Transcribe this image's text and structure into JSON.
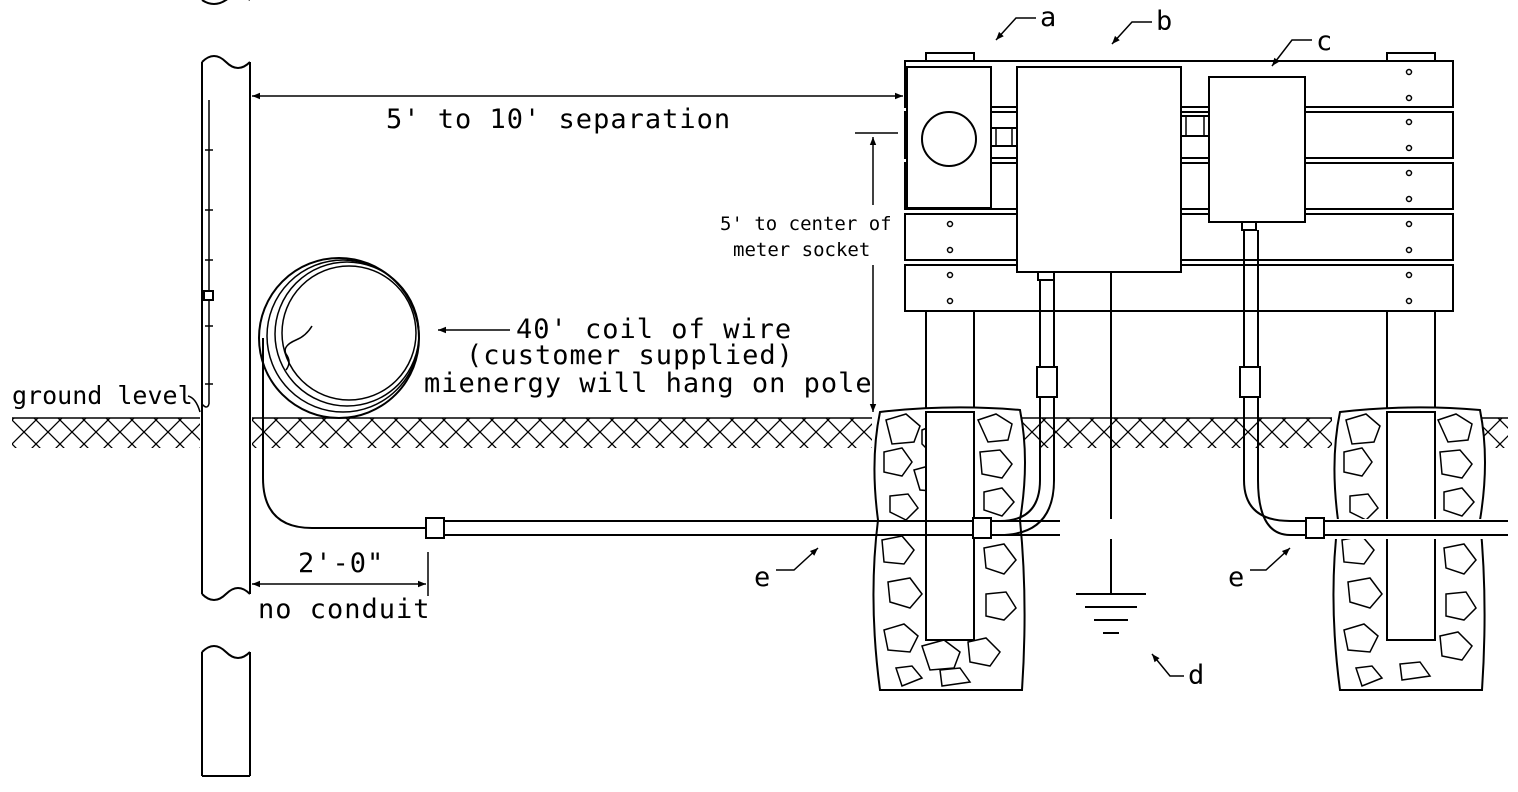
{
  "callouts": {
    "a": "a",
    "b": "b",
    "c": "c",
    "d": "d",
    "e1": "e",
    "e2": "e"
  },
  "dimensions": {
    "separation": "5' to 10' separation",
    "meter_height_line1": "5' to center of",
    "meter_height_line2": "meter socket",
    "no_conduit_length": "2'-0\"",
    "no_conduit_label": "no conduit"
  },
  "labels": {
    "ground_level": "ground level",
    "coil_line1": "40' coil of wire",
    "coil_line2": "(customer supplied)",
    "coil_line3": "mienergy will hang on pole"
  },
  "colors": {
    "line": "#000000",
    "background": "#ffffff"
  }
}
